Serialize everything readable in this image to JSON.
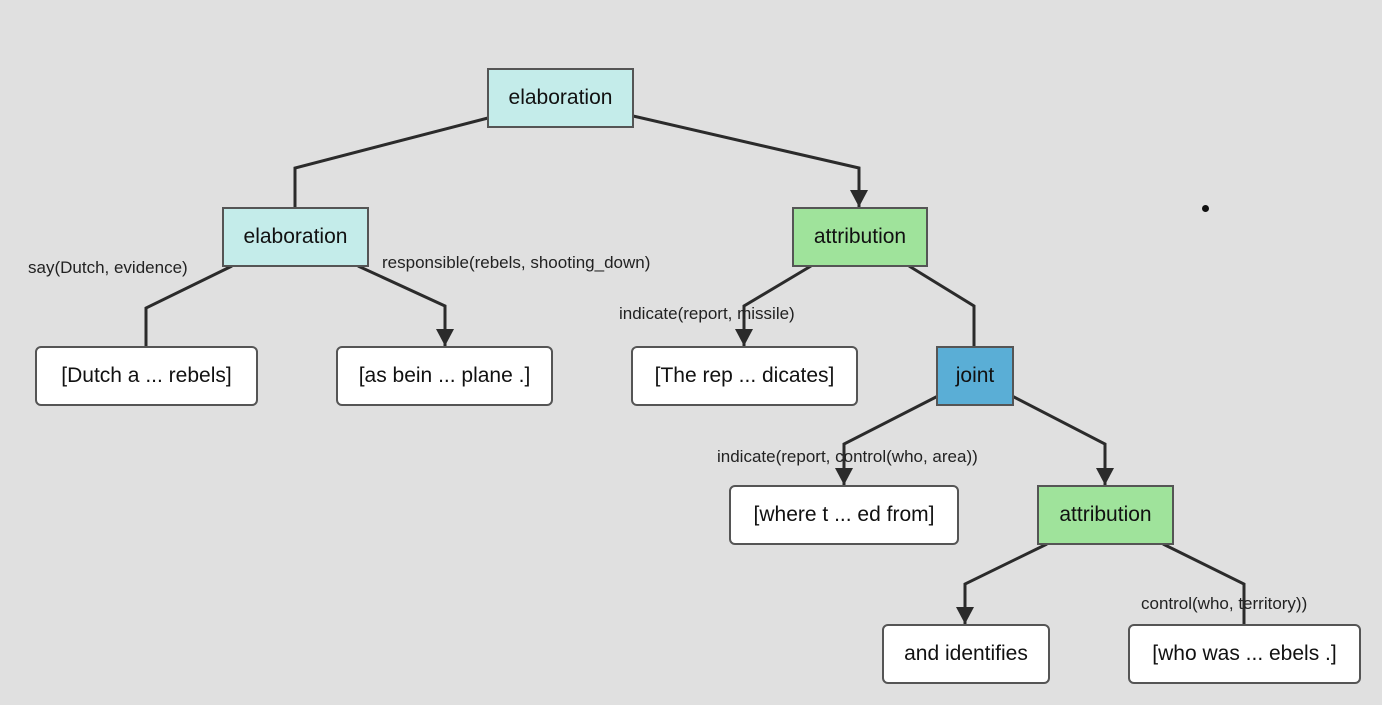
{
  "nodes": {
    "root": "elaboration",
    "elab_left": "elaboration",
    "attr_right": "attribution",
    "leaf_dutch": "[Dutch a ...  rebels]",
    "leaf_asbein": "[as bein ... plane .]",
    "leaf_report": "[The rep ... dicates]",
    "joint": "joint",
    "leaf_where": "[where t ... ed from]",
    "attr_lower": "attribution",
    "leaf_identifies": "and identifies",
    "leaf_who": "[who was ... ebels .]"
  },
  "edge_labels": {
    "say": "say(Dutch, evidence)",
    "responsible": "responsible(rebels, shooting_down)",
    "indicate_missile": "indicate(report, missile)",
    "indicate_control": "indicate(report, control(who, area))",
    "control_territory": "control(who, territory))"
  },
  "colors": {
    "elaboration": "#c4ecea",
    "attribution": "#9fe39b",
    "joint": "#5aaed6",
    "leaf": "#ffffff",
    "edge": "#2b2b2b",
    "background": "#e0e0e0"
  }
}
